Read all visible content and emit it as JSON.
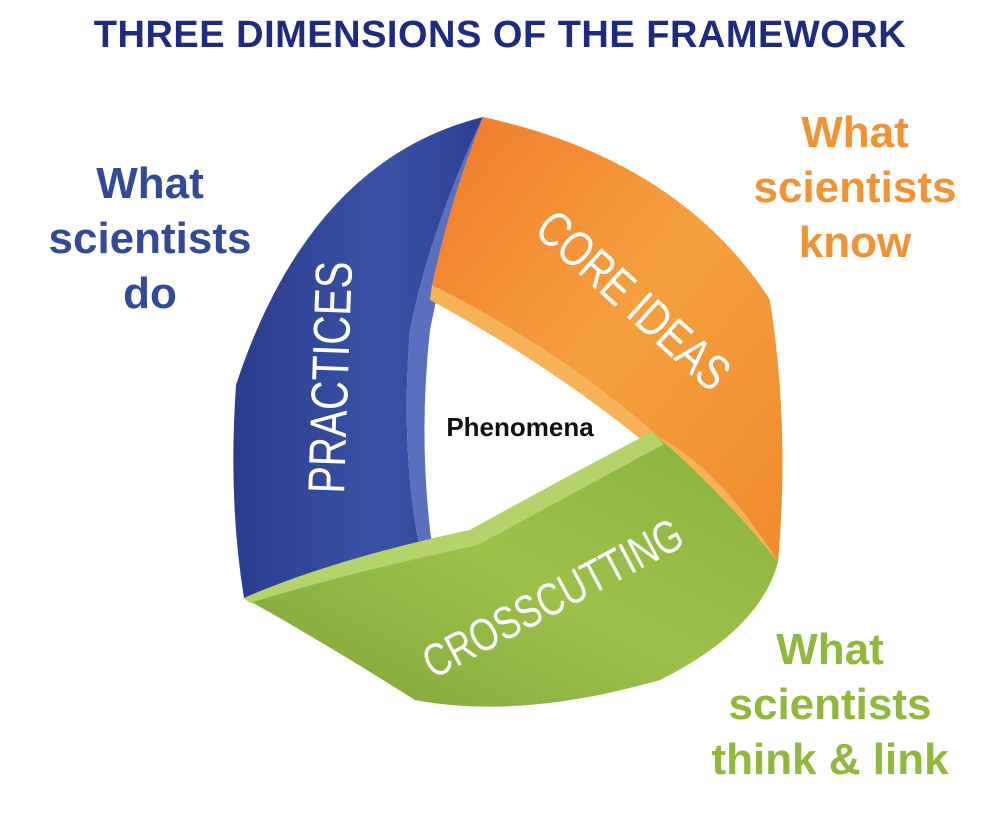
{
  "title": "THREE DIMENSIONS OF THE FRAMEWORK",
  "center_label": "Phenomena",
  "dimensions": [
    {
      "label": "PRACTICES",
      "caption": [
        "What",
        "scientists",
        "do"
      ],
      "color": "#324a98"
    },
    {
      "label": "CORE IDEAS",
      "caption": [
        "What",
        "scientists",
        "know"
      ],
      "color": "#f39234"
    },
    {
      "label": "CROSSCUTTING",
      "caption": [
        "What",
        "scientists",
        "think & link"
      ],
      "color": "#8fb83c"
    }
  ]
}
